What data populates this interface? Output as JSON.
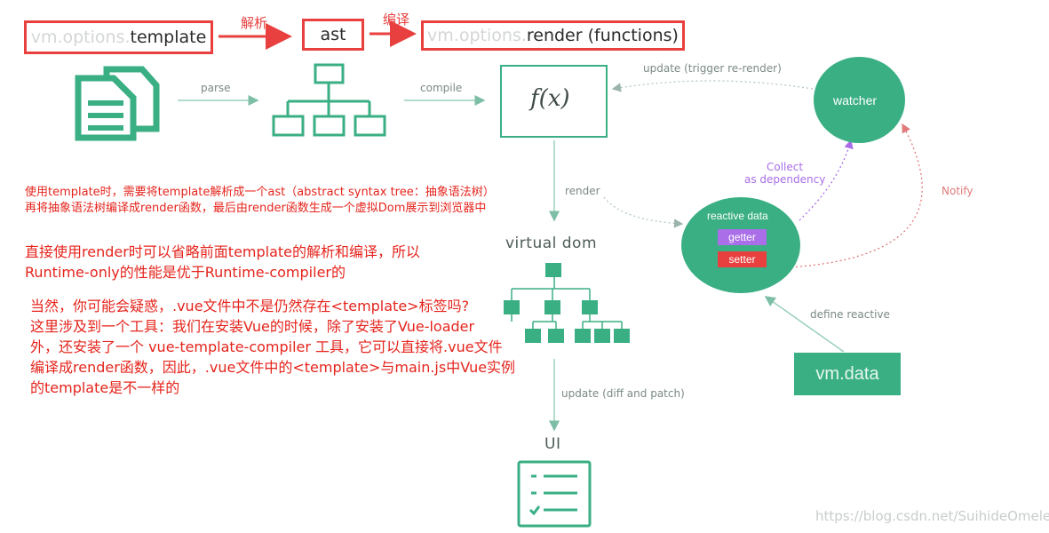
{
  "top_flow": {
    "box1": {
      "prefix": "vm.options.",
      "main": "template"
    },
    "arrow1_label": "解析",
    "box2": {
      "main": "ast"
    },
    "arrow2_label": "编译",
    "box3": {
      "prefix": "vm.options.",
      "main": "render (functions)"
    }
  },
  "diagram": {
    "parse_label": "parse",
    "compile_label": "compile",
    "fx_label": "f(x)",
    "update_trigger_label": "update (trigger re-render)",
    "render_label": "render",
    "virtual_dom_label": "virtual dom",
    "update_diff_label": "update (diff and patch)",
    "ui_label": "UI",
    "watcher_label": "watcher",
    "collect_label_line1": "Collect",
    "collect_label_line2": "as dependency",
    "notify_label": "Notify",
    "reactive_data_label": "reactive data",
    "getter_label": "getter",
    "setter_label": "setter",
    "define_reactive_label": "define reactive",
    "vm_data_label": "vm.data"
  },
  "notes": {
    "note1": "使用template时，需要将template解析成一个ast（abstract syntax tree：抽象语法树）再将抽象语法树编译成render函数，最后由render函数生成一个虚拟Dom展示到浏览器中",
    "note2": "直接使用render时可以省略前面template的解析和编译，所以Runtime-only的性能是优于Runtime-compiler的",
    "note3_line1": "当然，你可能会疑惑，.vue文件中不是仍然存在<template>标签吗?",
    "note3_line2": "这里涉及到一个工具：我们在安装Vue的时候，除了安装了Vue-loader",
    "note3_line3": "外，还安装了一个  vue-template-compiler  工具，它可以直接将.vue文件",
    "note3_line4": "编译成render函数，因此，.vue文件中的<template>与main.js中Vue实例",
    "note3_line5": "的template是不一样的"
  },
  "watermark": "https://blog.csdn.net/SuihideOmelet",
  "colors": {
    "green": "#3aaf84",
    "red": "#e8403f",
    "purple": "#a96ee8",
    "pink": "#e07b7b"
  }
}
